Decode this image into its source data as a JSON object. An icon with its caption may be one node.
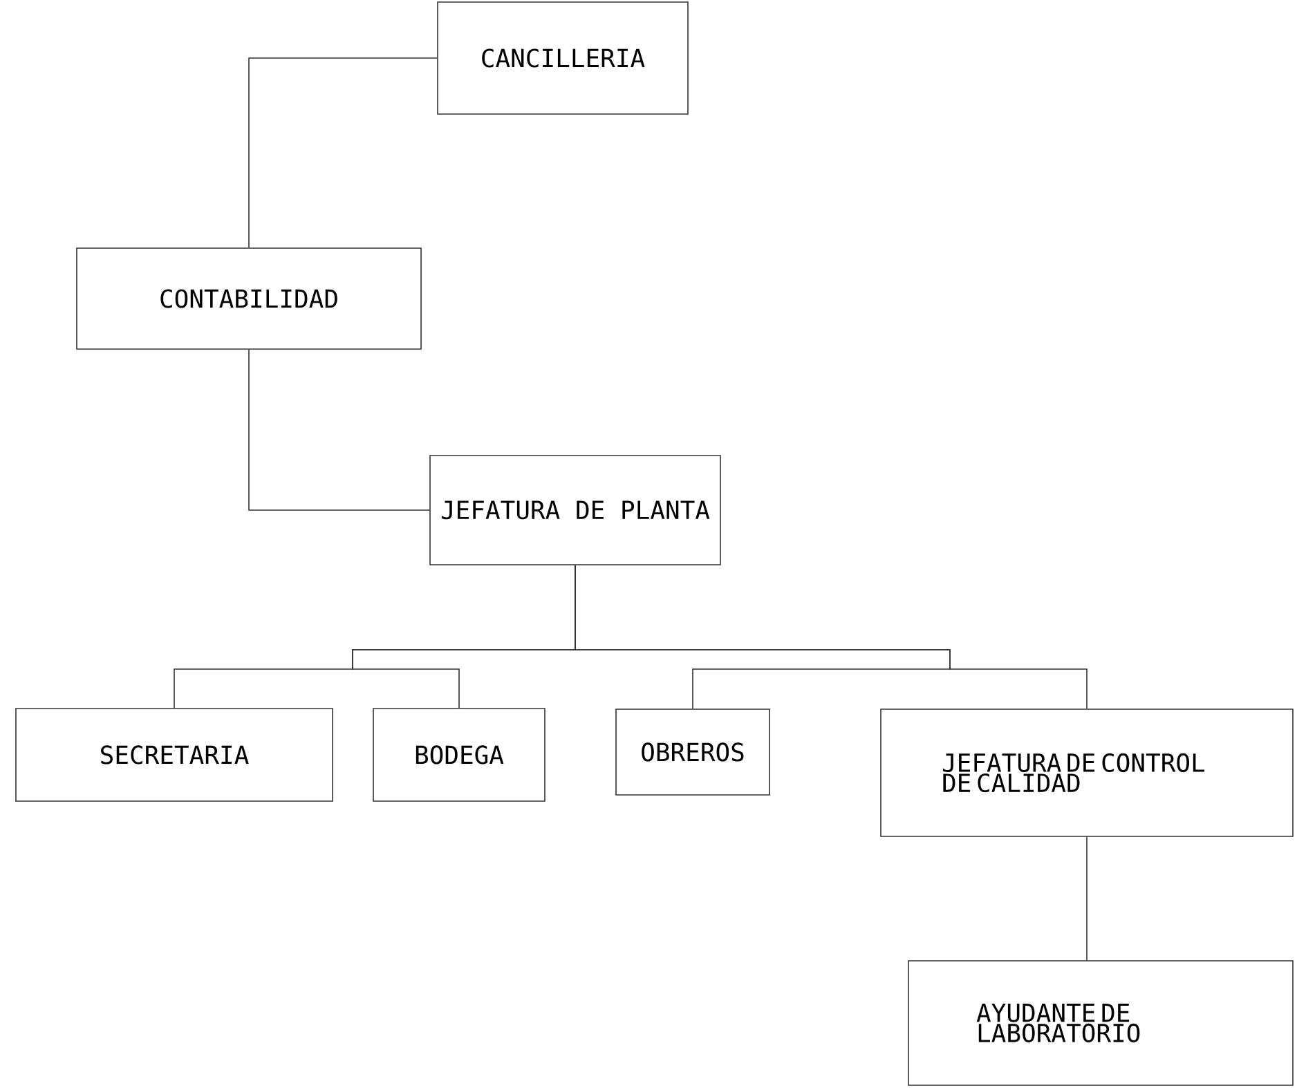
{
  "diagram": {
    "nodes": [
      {
        "text": [
          "CANCILLERIA"
        ]
      },
      {
        "text": [
          "CONTABILIDAD"
        ]
      },
      {
        "text": [
          "JEFATURA DE PLANTA"
        ]
      },
      {
        "text": [
          "SECRETARIA"
        ]
      },
      {
        "text": [
          "BODEGA"
        ]
      },
      {
        "text": [
          "OBREROS"
        ]
      },
      {
        "text": [
          "JEFATURA DE CONTROL DE CALIDAD"
        ]
      },
      {
        "text": [
          "AYUDANTE DE LABORATORIO"
        ]
      }
    ],
    "edges": [
      {
        "from": 0,
        "to": 1,
        "arrow": "none"
      },
      {
        "from": 1,
        "to": 2,
        "arrow": "none"
      },
      {
        "from": 2,
        "to": 3,
        "arrow": "none"
      },
      {
        "from": 2,
        "to": 4,
        "arrow": "none"
      },
      {
        "from": 2,
        "to": 5,
        "arrow": "none"
      },
      {
        "from": 2,
        "to": 6,
        "arrow": "none"
      },
      {
        "from": 6,
        "to": 7,
        "arrow": "none"
      }
    ]
  }
}
